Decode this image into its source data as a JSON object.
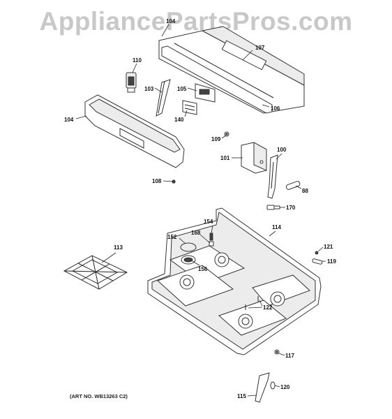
{
  "watermark": "AppliancePartsPros.com",
  "art_number": "(ART NO. WB13263 C2)",
  "callouts": {
    "c104a": "104",
    "c107": "107",
    "c110": "110",
    "c103": "103",
    "c105": "105",
    "c140": "140",
    "c106": "106",
    "c104": "104",
    "c109": "109",
    "c101": "101",
    "c100": "100",
    "c88": "88",
    "c108": "108",
    "c170": "170",
    "c114": "114",
    "c154": "154",
    "c152": "152",
    "c168": "168",
    "c113": "113",
    "c156": "156",
    "c121": "121",
    "c119": "119",
    "c122": "122",
    "c117": "117",
    "c120": "120",
    "c115": "115"
  }
}
